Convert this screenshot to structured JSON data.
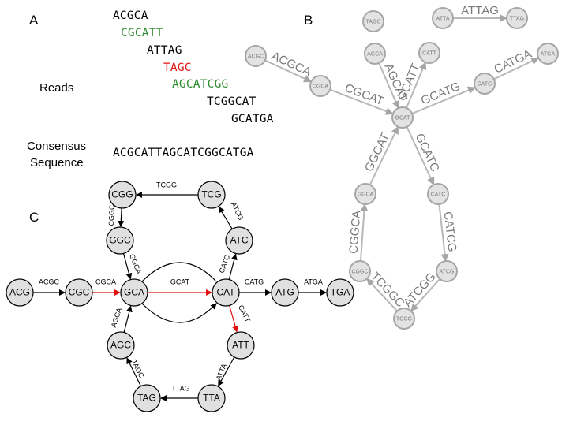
{
  "panels": {
    "a": "A",
    "b": "B",
    "c": "C"
  },
  "colors": {
    "black": "#000000",
    "green": "#2e8b2e",
    "red": "#e01010",
    "highlight_edge": "#e01010"
  },
  "panel_a": {
    "reads_label": "Reads",
    "consensus_label_1": "Consensus",
    "consensus_label_2": "Sequence",
    "consensus": "ACGCATTAGCATCGGCATGA",
    "reads": [
      {
        "text": "ACGCA",
        "color": "black"
      },
      {
        "text": "CGCATT",
        "color": "green"
      },
      {
        "text": "ATTAG",
        "color": "black"
      },
      {
        "text": "TAGC",
        "color": "red"
      },
      {
        "text": "AGCATCGG",
        "color": "green"
      },
      {
        "text": "TCGGCAT",
        "color": "black"
      },
      {
        "text": "GCATGA",
        "color": "black"
      }
    ]
  },
  "panel_b": {
    "nodes": [
      "TAGC",
      "ATTA",
      "TTAG",
      "ACGC",
      "CGCA",
      "AGCA",
      "CATT",
      "GCAT",
      "CATG",
      "ATGA",
      "GGCA",
      "CATC",
      "CGGC",
      "ATCG",
      "TCGG"
    ],
    "edges": [
      {
        "from": "ATTA",
        "to": "TTAG",
        "label": "ATTAG"
      },
      {
        "from": "ACGC",
        "to": "CGCA",
        "label": "ACGCA"
      },
      {
        "from": "CGCA",
        "to": "GCAT",
        "label": "CGCAT"
      },
      {
        "from": "AGCA",
        "to": "GCAT",
        "label": "AGCAT"
      },
      {
        "from": "GCAT",
        "to": "CATT",
        "label": "GCATT"
      },
      {
        "from": "GCAT",
        "to": "CATG",
        "label": "GCATG"
      },
      {
        "from": "CATG",
        "to": "ATGA",
        "label": "CATGA"
      },
      {
        "from": "GGCA",
        "to": "GCAT",
        "label": "GGCAT"
      },
      {
        "from": "GCAT",
        "to": "CATC",
        "label": "GCATC"
      },
      {
        "from": "CGGC",
        "to": "GGCA",
        "label": "CGGCA"
      },
      {
        "from": "CATC",
        "to": "ATCG",
        "label": "CATCG"
      },
      {
        "from": "TCGG",
        "to": "CGGC",
        "label": "TCGGC"
      },
      {
        "from": "ATCG",
        "to": "TCGG",
        "label": "ATCGG"
      }
    ]
  },
  "panel_c": {
    "nodes": [
      "ACG",
      "CGC",
      "GCA",
      "CAT",
      "ATG",
      "TGA",
      "CGG",
      "TCG",
      "GGC",
      "ATC",
      "AGC",
      "ATT",
      "TAG",
      "TTA"
    ],
    "edges": [
      {
        "from": "ACG",
        "to": "CGC",
        "label": "ACGC",
        "highlight": false
      },
      {
        "from": "CGC",
        "to": "GCA",
        "label": "CGCA",
        "highlight": true
      },
      {
        "from": "GCA",
        "to": "CAT",
        "label": "GCAT",
        "highlight": true
      },
      {
        "from": "CAT",
        "to": "ATG",
        "label": "CATG",
        "highlight": false
      },
      {
        "from": "ATG",
        "to": "TGA",
        "label": "ATGA",
        "highlight": false
      },
      {
        "from": "CAT",
        "to": "ATT",
        "label": "CATT",
        "highlight": true
      },
      {
        "from": "ATT",
        "to": "TTA",
        "label": "ATTA",
        "highlight": false
      },
      {
        "from": "TTA",
        "to": "TAG",
        "label": "TTAG",
        "highlight": false
      },
      {
        "from": "TAG",
        "to": "AGC",
        "label": "TAGC",
        "highlight": false
      },
      {
        "from": "AGC",
        "to": "GCA",
        "label": "AGCA",
        "highlight": false
      },
      {
        "from": "CAT",
        "to": "ATC",
        "label": "CATC",
        "highlight": false
      },
      {
        "from": "ATC",
        "to": "TCG",
        "label": "ATCG",
        "highlight": false
      },
      {
        "from": "TCG",
        "to": "CGG",
        "label": "TCGG",
        "highlight": false
      },
      {
        "from": "CGG",
        "to": "GGC",
        "label": "CGGC",
        "highlight": false
      },
      {
        "from": "GGC",
        "to": "GCA",
        "label": "GGCA",
        "highlight": false
      },
      {
        "from": "GCA",
        "to": "CAT",
        "label": "",
        "highlight": false,
        "style": "lower-arc"
      }
    ]
  }
}
